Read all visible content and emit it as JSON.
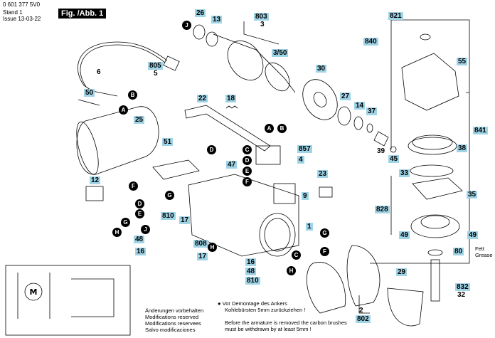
{
  "header": {
    "part_no": "0 601 377 5V0",
    "stand_label": "Stand",
    "stand_value": "1",
    "issue_label": "Issue",
    "issue_value": "13-03-22",
    "fig_title": "Fig. /Abb. 1"
  },
  "labels": {
    "l26": "26",
    "l13": "13",
    "l803": "803",
    "l3": "3",
    "l350": "3/50",
    "l6": "6",
    "l805": "805",
    "l5": "5",
    "l50": "50",
    "l22": "22",
    "l18": "18",
    "l30": "30",
    "l27": "27",
    "l14": "14",
    "l37": "37",
    "l39": "39",
    "l45": "45",
    "l25": "25",
    "l51": "51",
    "l857": "857",
    "l4": "4",
    "l47": "47",
    "l23": "23",
    "l9": "9",
    "l12": "12",
    "l810a": "810",
    "l17a": "17",
    "l48a": "48",
    "l16a": "16",
    "l1": "1",
    "l808": "808",
    "l17b": "17",
    "l16b": "16",
    "l48b": "48",
    "l810b": "810",
    "l821": "821",
    "l840": "840",
    "l55": "55",
    "l841": "841",
    "l38": "38",
    "l33": "33",
    "l35": "35",
    "l828": "828",
    "l49a": "49",
    "l49b": "49",
    "l80": "80",
    "l29": "29",
    "l832": "832",
    "l32": "32",
    "l2": "2",
    "l802": "802"
  },
  "callouts": {
    "c_j1": "J",
    "c_b1": "B",
    "c_a1": "A",
    "c_a2": "A",
    "c_b2": "B",
    "c_c1": "C",
    "c_d1": "D",
    "c_e1": "E",
    "c_d2": "D",
    "c_f1": "F",
    "c_g1": "G",
    "c_f2": "F",
    "c_d3": "D",
    "c_e2": "E",
    "c_g2": "G",
    "c_h1": "H",
    "c_j2": "J",
    "c_h2": "H",
    "c_g3": "G",
    "c_f3": "F",
    "c_c2": "C",
    "c_h3": "H"
  },
  "notes": {
    "changes_de": "Änderungen vorbehalten",
    "changes_en": "Modifications reserved",
    "changes_fr": "Modifications reservees",
    "changes_es": "Salvo modificaciones",
    "bullet_de_1": "● Vor Demontage des Ankers",
    "bullet_de_2": "Kohlebürsten 5mm zurückziehen !",
    "bullet_en_1": "Before the armature is removed the carbon brushes",
    "bullet_en_2": "must be withdrawn by at least 5mm !",
    "fett": "Fett",
    "grease": "Grease"
  }
}
